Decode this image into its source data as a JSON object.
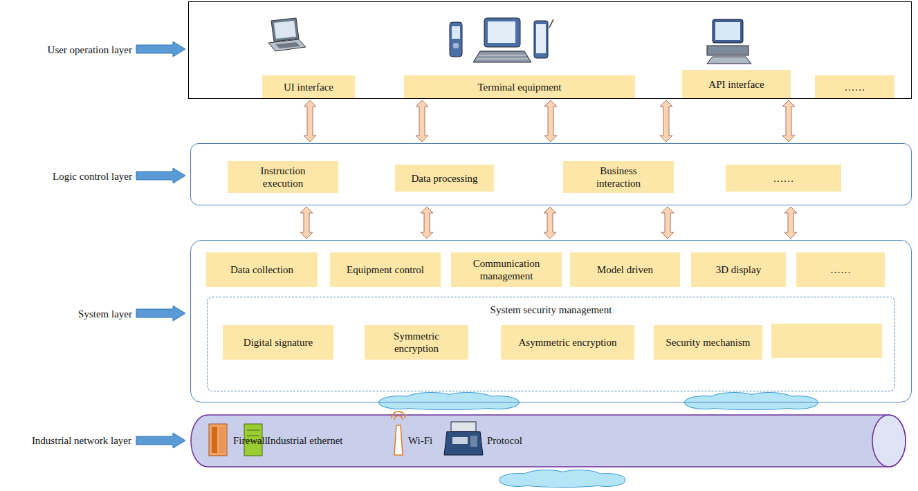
{
  "diagram": {
    "nodes": [
      {
        "text": [
          "User operation layer"
        ]
      },
      {
        "text": [
          "UI interface"
        ],
        "in": 0
      },
      {
        "text": [
          "Terminal equipment"
        ],
        "in": 0
      },
      {
        "text": [
          "API interface"
        ],
        "in": 0
      },
      {
        "text": [
          "……"
        ],
        "in": 0
      },
      {
        "text": [
          "Logic control layer"
        ]
      },
      {
        "text": [
          "Instruction execution"
        ],
        "in": 5
      },
      {
        "text": [
          "Data processing"
        ],
        "in": 5
      },
      {
        "text": [
          "Business interaction"
        ],
        "in": 5
      },
      {
        "text": [
          "……"
        ],
        "in": 5
      },
      {
        "text": [
          "System layer"
        ]
      },
      {
        "text": [
          "Data collection"
        ],
        "in": 10
      },
      {
        "text": [
          "Equipment control"
        ],
        "in": 10
      },
      {
        "text": [
          "Communication management"
        ],
        "in": 10
      },
      {
        "text": [
          "Model driven"
        ],
        "in": 10
      },
      {
        "text": [
          "3D display"
        ],
        "in": 10
      },
      {
        "text": [
          "……"
        ],
        "in": 10
      },
      {
        "text": [
          "System security management"
        ],
        "in": 10
      },
      {
        "text": [
          "Digital signature"
        ],
        "in": 17
      },
      {
        "text": [
          "Symmetric encryption"
        ],
        "in": 17
      },
      {
        "text": [
          "Asymmetric encryption"
        ],
        "in": 17
      },
      {
        "text": [
          "Security mechanism"
        ],
        "in": 17
      },
      {
        "text": [
          "Industrial network layer",
          "Firewall",
          "Industrial ethernet",
          "Wi-Fi",
          "Protocol"
        ]
      }
    ],
    "edges": [
      {
        "from": 0,
        "to": 5,
        "arrow": "both"
      },
      {
        "from": 0,
        "to": 5,
        "arrow": "both"
      },
      {
        "from": 0,
        "to": 5,
        "arrow": "both"
      },
      {
        "from": 0,
        "to": 5,
        "arrow": "both"
      },
      {
        "from": 0,
        "to": 5,
        "arrow": "both"
      },
      {
        "from": 5,
        "to": 10,
        "arrow": "both"
      },
      {
        "from": 5,
        "to": 10,
        "arrow": "both"
      },
      {
        "from": 5,
        "to": 10,
        "arrow": "both"
      },
      {
        "from": 5,
        "to": 10,
        "arrow": "both"
      },
      {
        "from": 5,
        "to": 10,
        "arrow": "both"
      }
    ]
  }
}
